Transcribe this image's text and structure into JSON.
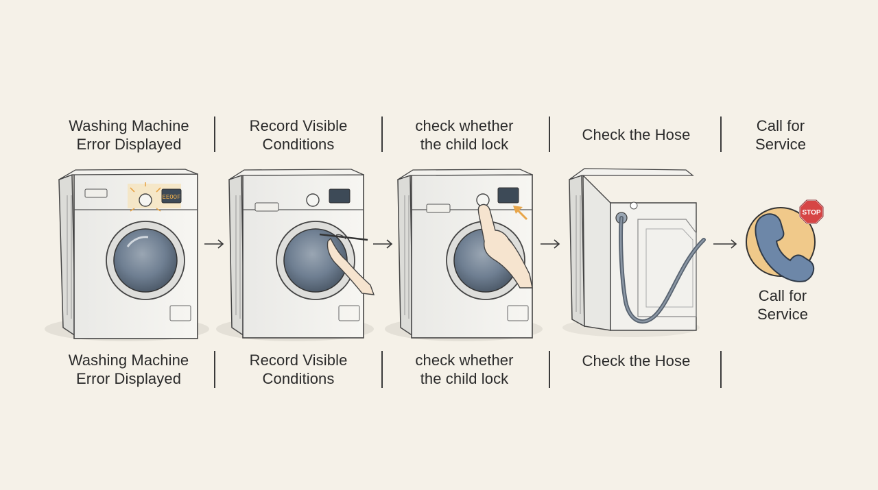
{
  "steps": [
    {
      "top_label": "Washing Machine\nError Displayed",
      "bottom_label": "Washing Machine\nError Displayed",
      "display_text": "EEOOF"
    },
    {
      "top_label": "Record Visible\nConditions",
      "bottom_label": "Record Visible\nConditions"
    },
    {
      "top_label": "check whether\nthe child lock",
      "bottom_label": "check whether\nthe child lock"
    },
    {
      "top_label": "Check the Hose",
      "bottom_label": "Check the Hose"
    },
    {
      "top_label": "Call for\nService",
      "side_label": "Call for\nService",
      "stop_sign": "STOP"
    }
  ],
  "colors": {
    "background": "#f5f1e8",
    "accent_orange": "#e8a64a",
    "phone_blue": "#6d87a8",
    "stop_red": "#d64545",
    "glass": "#6f7f92"
  },
  "icons": [
    "washing-machine-icon",
    "hand-pen-icon",
    "hand-press-icon",
    "hose-icon",
    "phone-icon",
    "stop-sign-icon",
    "arrow-right-icon"
  ]
}
